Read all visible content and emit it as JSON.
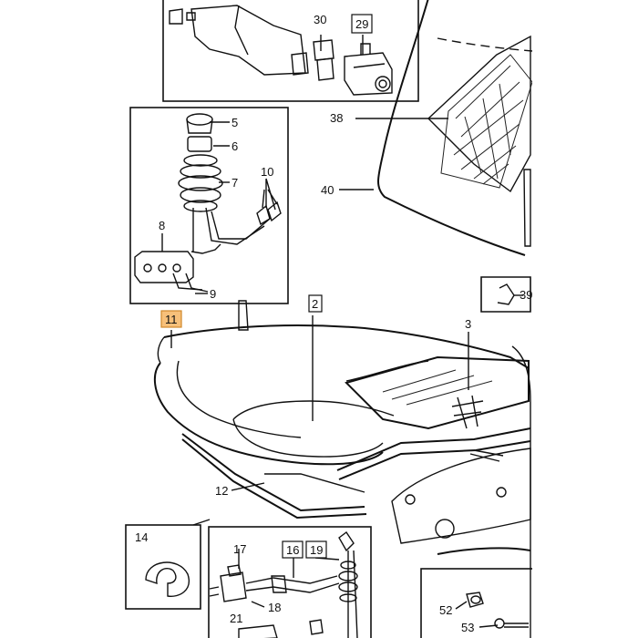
{
  "diagram": {
    "labels": {
      "l2": "2",
      "l3": "3",
      "l5": "5",
      "l6": "6",
      "l7": "7",
      "l8": "8",
      "l9": "9",
      "l10": "10",
      "l11": "11",
      "l12": "12",
      "l14": "14",
      "l16": "16",
      "l17": "17",
      "l18": "18",
      "l19": "19",
      "l21": "21",
      "l29": "29",
      "l30": "30",
      "l38": "38",
      "l39": "39",
      "l40": "40",
      "l52": "52",
      "l53": "53"
    },
    "colors": {
      "ink": "#111111",
      "highlight_fill": "#f7c07a",
      "highlight_stroke": "#d0892a"
    }
  }
}
